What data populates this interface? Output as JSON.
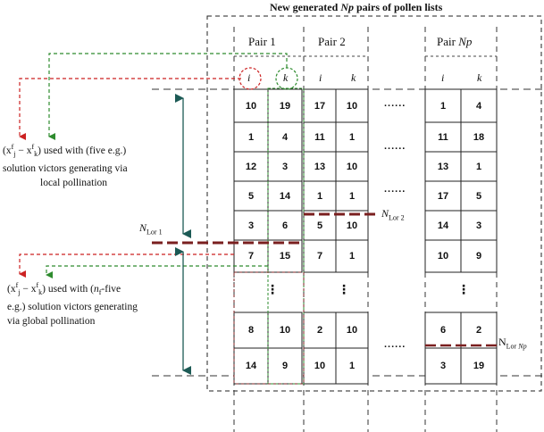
{
  "title_pre": "New generated ",
  "title_var": "Np",
  "title_post": " pairs of pollen lists",
  "pairs": [
    {
      "label": "Pair 1",
      "var": "",
      "i": [
        10,
        1,
        12,
        5,
        3,
        7,
        8,
        14
      ],
      "k": [
        19,
        4,
        3,
        14,
        6,
        15,
        10,
        9
      ]
    },
    {
      "label": "Pair 2",
      "var": "",
      "i": [
        17,
        11,
        13,
        1,
        5,
        7,
        2,
        10
      ],
      "k": [
        10,
        1,
        10,
        1,
        10,
        1,
        10,
        1
      ]
    },
    {
      "label": "Pair ",
      "var": "Np",
      "i": [
        1,
        11,
        13,
        17,
        14,
        10,
        6,
        3
      ],
      "k": [
        4,
        18,
        1,
        5,
        3,
        9,
        2,
        19
      ]
    }
  ],
  "col_i": "i",
  "col_k": "k",
  "ellipsis_h": "......",
  "ellipsis_v": "⋮",
  "local_note": {
    "formula": "(x",
    "sup": "f",
    "sub_j": "j",
    "minus": " − x",
    "sub_k": "k",
    "close": ")",
    "line1_post": " used with (five e.g.)",
    "line2": "solution victors generating via",
    "line3": "local pollination"
  },
  "global_note": {
    "line1_post": " used with (",
    "nf": "n",
    "nf_sub": "f",
    "line1_tail": "-five",
    "line2": "e.g.) solution victors generating",
    "line3": "via global pollination"
  },
  "n_lor1": "N",
  "n_lor1_sub": "Lor 1",
  "n_lor2": "N",
  "n_lor2_sub": "Lor 2",
  "n_lornp": "N",
  "n_lornp_sub": "Lor ",
  "n_lornp_var": "Np",
  "colors": {
    "red": "#cc2222",
    "green": "#2e8b2e",
    "navy": "#1e2a78",
    "teal": "#1c5a55",
    "darkred": "#7a1f1f"
  }
}
